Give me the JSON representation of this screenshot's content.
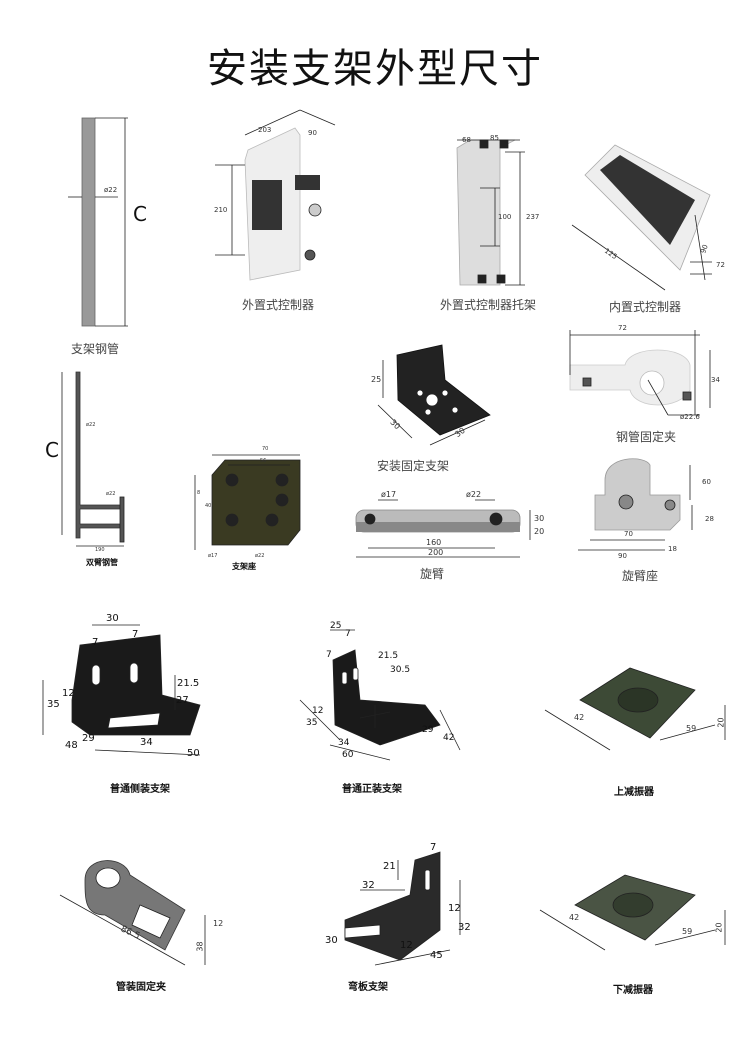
{
  "title": "安装支架外型尺寸",
  "items": [
    {
      "label": "支架钢管",
      "dims": [
        "ø22",
        "C"
      ]
    },
    {
      "label": "外置式控制器",
      "dims": [
        "203",
        "90",
        "210"
      ]
    },
    {
      "label": "外置式控制器托架",
      "dims": [
        "68",
        "85",
        "100",
        "237"
      ]
    },
    {
      "label": "内置式控制器",
      "dims": [
        "125",
        "90",
        "72"
      ]
    },
    {
      "label": "双臂钢管",
      "dims": [
        "C",
        "ø22",
        "ø22",
        "190"
      ]
    },
    {
      "label": "支架座",
      "dims": [
        "70",
        "56",
        "8",
        "40",
        "ø17",
        "ø22"
      ]
    },
    {
      "label": "安装固定支架",
      "dims": [
        "25",
        "30",
        "30"
      ]
    },
    {
      "label": "钢管固定夹",
      "dims": [
        "72",
        "34",
        "ø22.6"
      ]
    },
    {
      "label": "旋臂",
      "dims": [
        "ø17",
        "ø22",
        "30",
        "20",
        "160",
        "200"
      ]
    },
    {
      "label": "旋臂座",
      "dims": [
        "60",
        "28",
        "70",
        "90",
        "18"
      ]
    },
    {
      "label": "普通侧装支架",
      "dims": [
        "30",
        "7",
        "7",
        "12",
        "35",
        "21.5",
        "27",
        "48",
        "29",
        "34",
        "50"
      ]
    },
    {
      "label": "普通正装支架",
      "dims": [
        "25",
        "7",
        "7",
        "21.5",
        "30.5",
        "12",
        "35",
        "34",
        "60",
        "29",
        "42"
      ]
    },
    {
      "label": "上减振器",
      "dims": [
        "42",
        "59",
        "20"
      ]
    },
    {
      "label": "管装固定夹",
      "dims": [
        "86.5",
        "12",
        "38"
      ]
    },
    {
      "label": "弯板支架",
      "dims": [
        "21",
        "7",
        "32",
        "12",
        "32",
        "30",
        "12",
        "45"
      ]
    },
    {
      "label": "下减振器",
      "dims": [
        "42",
        "59",
        "20"
      ]
    }
  ]
}
